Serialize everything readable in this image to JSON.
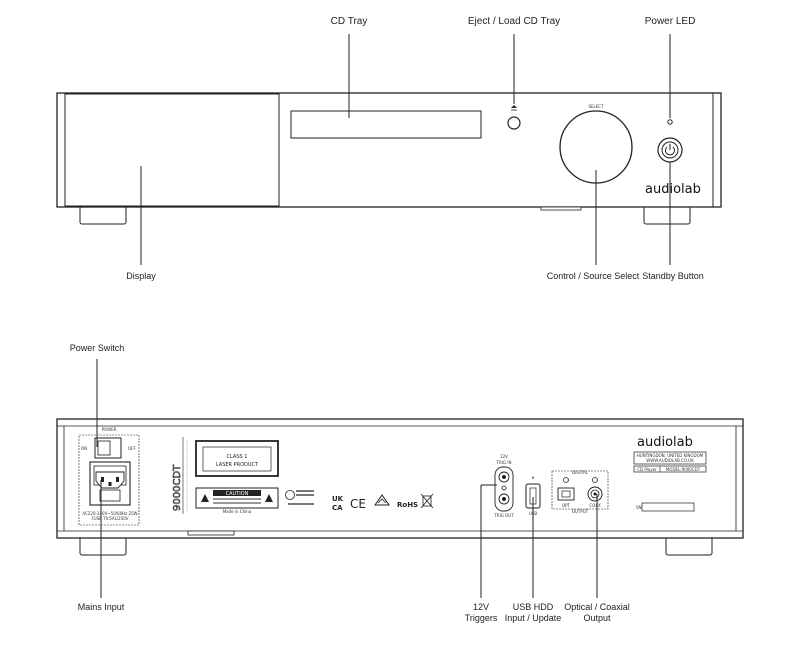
{
  "front": {
    "callouts": {
      "cd_tray": "CD Tray",
      "eject": "Eject / Load CD Tray",
      "power_led": "Power LED",
      "display": "Display",
      "control": "Control / Source Select",
      "standby": "Standby Button"
    },
    "panel": {
      "select_label": "SELECT",
      "brand": "audiolab"
    }
  },
  "rear": {
    "callouts": {
      "power_switch": "Power Switch",
      "mains_input": "Mains Input",
      "triggers_line1": "12V",
      "triggers_line2": "Triggers",
      "usb_line1": "USB HDD",
      "usb_line2": "Input / Update",
      "optical_line1": "Optical / Coaxial",
      "optical_line2": "Output"
    },
    "panel": {
      "power": "POWER",
      "on": "ON",
      "off": "OFF",
      "mains_rating_1": "AC220-240V~50/60Hz 25W",
      "mains_rating_2": "FUSE T0.5AL/250V",
      "model_vertical": "9000CDT",
      "laser_line1": "CLASS 1",
      "laser_line2": "LASER PRODUCT",
      "caution": "CAUTION",
      "made_in": "Made in China",
      "ukca_1": "UK",
      "ukca_2": "CA",
      "ce": "CE",
      "rohs": "RoHS",
      "trigger_12v": "12V",
      "trigger_in": "TRIG IN",
      "trigger_out": "TRIG OUT",
      "usb_label": "USB",
      "digital_label": "DIGITAL",
      "output_label": "OUTPUT",
      "opt_label": "OPT",
      "coax_label": "COAX",
      "brand": "audiolab",
      "address_1": "HUNTINGDON, UNITED KINGDOM",
      "address_2": "WWW.AUDIOLAB.CO.UK",
      "cd_player": "CD Player",
      "model_no": "MODEL:9000CDT",
      "sn_label": "SN"
    }
  }
}
